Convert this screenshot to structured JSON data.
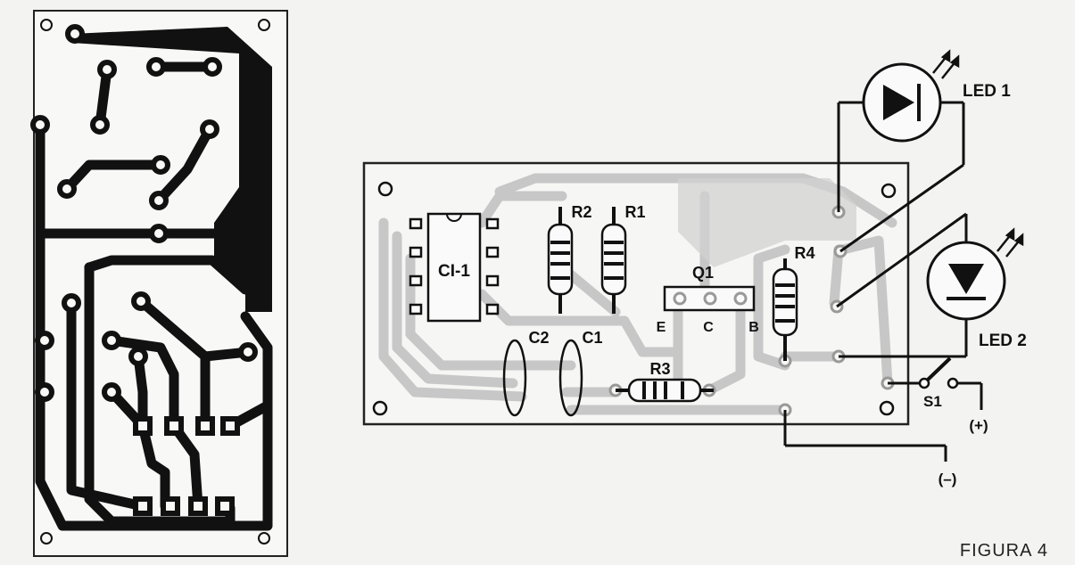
{
  "figure_label": "FIGURA 4",
  "components": {
    "ic": "CI-1",
    "r1": "R1",
    "r2": "R2",
    "r3": "R3",
    "r4": "R4",
    "c1": "C1",
    "c2": "C2",
    "q1": "Q1",
    "emitter": "E",
    "collector": "C",
    "base": "B",
    "led1": "LED 1",
    "led2": "LED 2",
    "s1": "S1",
    "positive": "(+)",
    "negative": "(–)"
  },
  "colors": {
    "copper": "#111111",
    "trace_gray": "#c7c7c7",
    "board_fill": "#f6f6f4"
  }
}
